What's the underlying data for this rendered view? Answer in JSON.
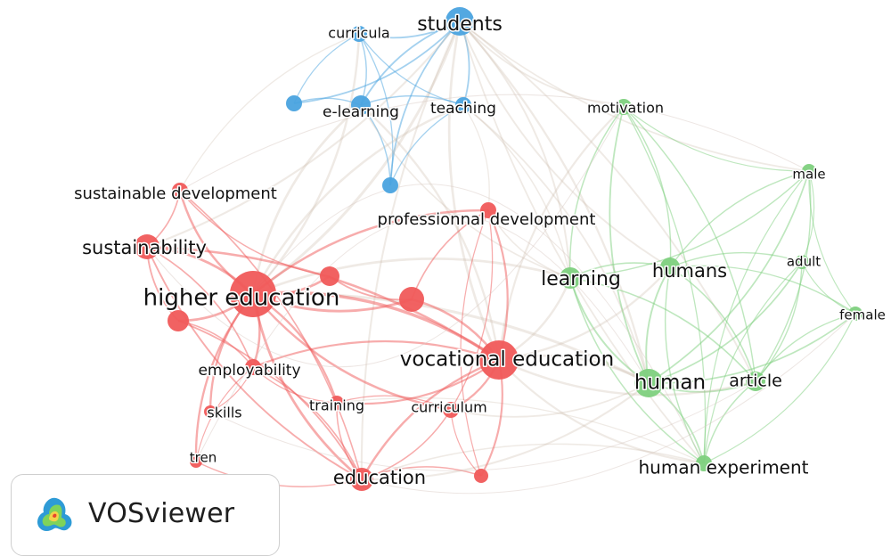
{
  "brand": {
    "name": "VOSviewer",
    "logo_icon": "vosviewer-density-logo-icon"
  },
  "clusters": {
    "red": "#f05a5a",
    "blue": "#4aa3df",
    "green": "#7ed07e"
  },
  "nodes": [
    {
      "id": "students",
      "label": "students",
      "cluster": "blue",
      "weight": 16
    },
    {
      "id": "curricula",
      "label": "curricula",
      "cluster": "blue",
      "weight": 9
    },
    {
      "id": "e-learning",
      "label": "e-learning",
      "cluster": "blue",
      "weight": 11
    },
    {
      "id": "teaching",
      "label": "teaching",
      "cluster": "blue",
      "weight": 9
    },
    {
      "id": "blue-unlabeled-1",
      "label": "",
      "cluster": "blue",
      "weight": 9
    },
    {
      "id": "blue-unlabeled-2",
      "label": "",
      "cluster": "blue",
      "weight": 9
    },
    {
      "id": "motivation",
      "label": "motivation",
      "cluster": "green",
      "weight": 9
    },
    {
      "id": "male",
      "label": "male",
      "cluster": "green",
      "weight": 8
    },
    {
      "id": "adult",
      "label": "adult",
      "cluster": "green",
      "weight": 8
    },
    {
      "id": "female",
      "label": "female",
      "cluster": "green",
      "weight": 8
    },
    {
      "id": "learning",
      "label": "learning",
      "cluster": "green",
      "weight": 12
    },
    {
      "id": "humans",
      "label": "humans",
      "cluster": "green",
      "weight": 11
    },
    {
      "id": "human",
      "label": "human",
      "cluster": "green",
      "weight": 16
    },
    {
      "id": "article",
      "label": "article",
      "cluster": "green",
      "weight": 11
    },
    {
      "id": "human experiment",
      "label": "human experiment",
      "cluster": "green",
      "weight": 9
    },
    {
      "id": "sustainable development",
      "label": "sustainable development",
      "cluster": "red",
      "weight": 9
    },
    {
      "id": "sustainability",
      "label": "sustainability",
      "cluster": "red",
      "weight": 14
    },
    {
      "id": "higher education",
      "label": "higher education",
      "cluster": "red",
      "weight": 26
    },
    {
      "id": "professionnal development",
      "label": "professionnal development",
      "cluster": "red",
      "weight": 9
    },
    {
      "id": "vocational education",
      "label": "vocational education",
      "cluster": "red",
      "weight": 22
    },
    {
      "id": "employability",
      "label": "employability",
      "cluster": "red",
      "weight": 9
    },
    {
      "id": "skills",
      "label": "skills",
      "cluster": "red",
      "weight": 7
    },
    {
      "id": "training",
      "label": "training",
      "cluster": "red",
      "weight": 8
    },
    {
      "id": "curriculum",
      "label": "curriculum",
      "cluster": "red",
      "weight": 9
    },
    {
      "id": "tren",
      "label": "tren",
      "cluster": "red",
      "weight": 7
    },
    {
      "id": "education",
      "label": "education",
      "cluster": "red",
      "weight": 13
    },
    {
      "id": "red-unlabeled-1",
      "label": "",
      "cluster": "red",
      "weight": 11
    },
    {
      "id": "red-unlabeled-2",
      "label": "",
      "cluster": "red",
      "weight": 12
    },
    {
      "id": "red-unlabeled-3",
      "label": "",
      "cluster": "red",
      "weight": 14
    },
    {
      "id": "red-unlabeled-4",
      "label": "",
      "cluster": "red",
      "weight": 8
    }
  ],
  "links": [
    [
      "students",
      "curricula"
    ],
    [
      "students",
      "e-learning"
    ],
    [
      "students",
      "teaching"
    ],
    [
      "students",
      "motivation"
    ],
    [
      "students",
      "blue-unlabeled-1"
    ],
    [
      "students",
      "blue-unlabeled-2"
    ],
    [
      "students",
      "human"
    ],
    [
      "students",
      "humans"
    ],
    [
      "students",
      "learning"
    ],
    [
      "students",
      "male"
    ],
    [
      "students",
      "article"
    ],
    [
      "students",
      "human experiment"
    ],
    [
      "students",
      "higher education"
    ],
    [
      "students",
      "vocational education"
    ],
    [
      "students",
      "sustainability"
    ],
    [
      "students",
      "education"
    ],
    [
      "curricula",
      "e-learning"
    ],
    [
      "curricula",
      "teaching"
    ],
    [
      "curricula",
      "higher education"
    ],
    [
      "curricula",
      "blue-unlabeled-1"
    ],
    [
      "curricula",
      "blue-unlabeled-2"
    ],
    [
      "curricula",
      "sustainable development"
    ],
    [
      "e-learning",
      "teaching"
    ],
    [
      "e-learning",
      "blue-unlabeled-1"
    ],
    [
      "e-learning",
      "blue-unlabeled-2"
    ],
    [
      "e-learning",
      "higher education"
    ],
    [
      "e-learning",
      "vocational education"
    ],
    [
      "e-learning",
      "learning"
    ],
    [
      "teaching",
      "learning"
    ],
    [
      "teaching",
      "higher education"
    ],
    [
      "teaching",
      "professionnal development"
    ],
    [
      "teaching",
      "blue-unlabeled-2"
    ],
    [
      "teaching",
      "human"
    ],
    [
      "motivation",
      "learning"
    ],
    [
      "motivation",
      "humans"
    ],
    [
      "motivation",
      "human"
    ],
    [
      "motivation",
      "article"
    ],
    [
      "motivation",
      "male"
    ],
    [
      "motivation",
      "human experiment"
    ],
    [
      "motivation",
      "vocational education"
    ],
    [
      "male",
      "adult"
    ],
    [
      "male",
      "female"
    ],
    [
      "male",
      "human"
    ],
    [
      "male",
      "humans"
    ],
    [
      "male",
      "article"
    ],
    [
      "male",
      "human experiment"
    ],
    [
      "male",
      "learning"
    ],
    [
      "adult",
      "female"
    ],
    [
      "adult",
      "human"
    ],
    [
      "adult",
      "humans"
    ],
    [
      "adult",
      "article"
    ],
    [
      "adult",
      "human experiment"
    ],
    [
      "female",
      "human"
    ],
    [
      "female",
      "article"
    ],
    [
      "female",
      "human experiment"
    ],
    [
      "female",
      "humans"
    ],
    [
      "learning",
      "humans"
    ],
    [
      "learning",
      "human"
    ],
    [
      "learning",
      "article"
    ],
    [
      "learning",
      "human experiment"
    ],
    [
      "learning",
      "vocational education"
    ],
    [
      "learning",
      "higher education"
    ],
    [
      "learning",
      "professionnal development"
    ],
    [
      "humans",
      "human"
    ],
    [
      "humans",
      "article"
    ],
    [
      "humans",
      "human experiment"
    ],
    [
      "humans",
      "vocational education"
    ],
    [
      "human",
      "article"
    ],
    [
      "human",
      "human experiment"
    ],
    [
      "human",
      "vocational education"
    ],
    [
      "human",
      "education"
    ],
    [
      "human",
      "higher education"
    ],
    [
      "human",
      "curriculum"
    ],
    [
      "article",
      "human experiment"
    ],
    [
      "article",
      "vocational education"
    ],
    [
      "human experiment",
      "education"
    ],
    [
      "human experiment",
      "vocational education"
    ],
    [
      "human experiment",
      "training"
    ],
    [
      "sustainable development",
      "sustainability"
    ],
    [
      "sustainable development",
      "higher education"
    ],
    [
      "sustainable development",
      "education"
    ],
    [
      "sustainable development",
      "red-unlabeled-1"
    ],
    [
      "sustainability",
      "higher education"
    ],
    [
      "sustainability",
      "red-unlabeled-2"
    ],
    [
      "sustainability",
      "employability"
    ],
    [
      "sustainability",
      "education"
    ],
    [
      "sustainability",
      "vocational education"
    ],
    [
      "higher education",
      "red-unlabeled-1"
    ],
    [
      "higher education",
      "red-unlabeled-2"
    ],
    [
      "higher education",
      "red-unlabeled-3"
    ],
    [
      "higher education",
      "employability"
    ],
    [
      "higher education",
      "skills"
    ],
    [
      "higher education",
      "training"
    ],
    [
      "higher education",
      "education"
    ],
    [
      "higher education",
      "vocational education"
    ],
    [
      "higher education",
      "curriculum"
    ],
    [
      "higher education",
      "professionnal development"
    ],
    [
      "higher education",
      "tren"
    ],
    [
      "professionnal development",
      "vocational education"
    ],
    [
      "professionnal development",
      "red-unlabeled-3"
    ],
    [
      "professionnal development",
      "curriculum"
    ],
    [
      "professionnal development",
      "red-unlabeled-4"
    ],
    [
      "vocational education",
      "curriculum"
    ],
    [
      "vocational education",
      "education"
    ],
    [
      "vocational education",
      "training"
    ],
    [
      "vocational education",
      "red-unlabeled-3"
    ],
    [
      "vocational education",
      "red-unlabeled-4"
    ],
    [
      "vocational education",
      "employability"
    ],
    [
      "employability",
      "skills"
    ],
    [
      "employability",
      "training"
    ],
    [
      "employability",
      "education"
    ],
    [
      "employability",
      "tren"
    ],
    [
      "training",
      "curriculum"
    ],
    [
      "training",
      "education"
    ],
    [
      "curriculum",
      "education"
    ],
    [
      "curriculum",
      "red-unlabeled-4"
    ],
    [
      "education",
      "red-unlabeled-4"
    ],
    [
      "education",
      "red-unlabeled-2"
    ],
    [
      "education",
      "tren"
    ],
    [
      "red-unlabeled-1",
      "red-unlabeled-3"
    ],
    [
      "red-unlabeled-2",
      "employability"
    ]
  ]
}
